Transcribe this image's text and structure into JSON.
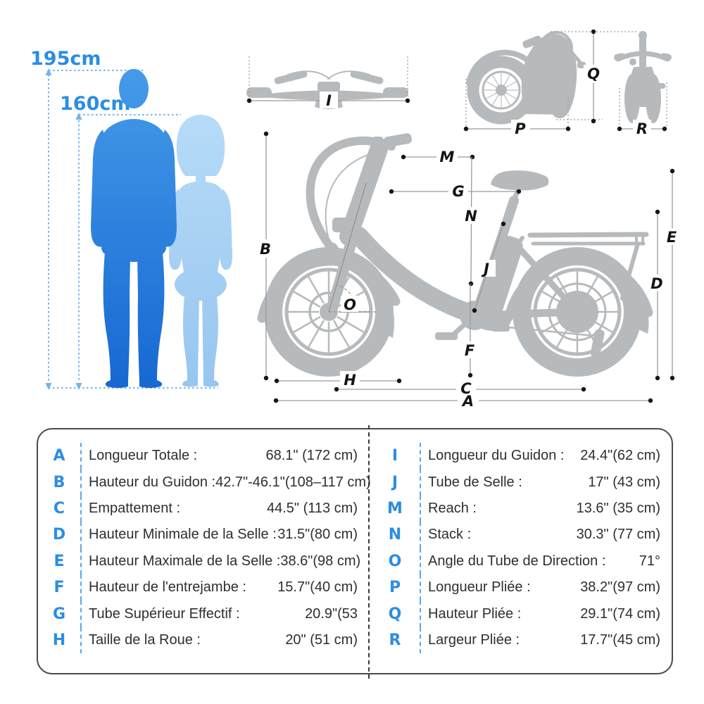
{
  "height_chart": {
    "male_label": "195cm",
    "female_label": "160cm"
  },
  "diagram": {
    "letters": {
      "A": "A",
      "B": "B",
      "C": "C",
      "D": "D",
      "E": "E",
      "F": "F",
      "G": "G",
      "H": "H",
      "I": "I",
      "J": "J",
      "M": "M",
      "N": "N",
      "O": "O",
      "P": "P",
      "Q": "Q",
      "R": "R"
    }
  },
  "colors": {
    "accent_blue": "#2B8DE4",
    "dotted_blue": "#6FB5EF",
    "silhouette_gray": "#b7babc",
    "male_gradient_top": "#459BE9",
    "male_gradient_bottom": "#1668D2",
    "female_blue": "#A6D0F3",
    "measure_line_gray": "#9a9a9a",
    "table_text": "#2f2f2f"
  },
  "spec_table": {
    "left_rows": [
      {
        "key": "A",
        "label": "Longueur Totale :",
        "value": "68.1\" (172 cm)"
      },
      {
        "key": "B",
        "label": "Hauteur du Guidon :",
        "value": "42.7\"-46.1\"(108–117 cm)"
      },
      {
        "key": "C",
        "label": "Empattement :",
        "value": "44.5\" (113 cm)"
      },
      {
        "key": "D",
        "label": "Hauteur Minimale de la Selle :",
        "value": "31.5\"(80 cm)"
      },
      {
        "key": "E",
        "label": "Hauteur Maximale de la Selle :",
        "value": "38.6\"(98 cm)"
      },
      {
        "key": "F",
        "label": "Hauteur de l'entrejambe :",
        "value": "15.7\"(40 cm)"
      },
      {
        "key": "G",
        "label": "Tube Supérieur Effectif :",
        "value": "20.9\"(53"
      },
      {
        "key": "H",
        "label": "Taille de la Roue :",
        "value": "20\" (51 cm)"
      }
    ],
    "right_rows": [
      {
        "key": "I",
        "label": "Longueur du Guidon :",
        "value": "24.4\"(62 cm)"
      },
      {
        "key": "J",
        "label": "Tube de Selle :",
        "value": "17\" (43 cm)"
      },
      {
        "key": "M",
        "label": "Reach :",
        "value": "13.6\" (35 cm)"
      },
      {
        "key": "N",
        "label": "Stack :",
        "value": "30.3\" (77 cm)"
      },
      {
        "key": "O",
        "label": "Angle du Tube de Direction :",
        "value": "71°"
      },
      {
        "key": "P",
        "label": "Longueur Pliée :",
        "value": "38.2\"(97 cm)"
      },
      {
        "key": "Q",
        "label": "Hauteur Pliée :",
        "value": "29.1\"(74 cm)"
      },
      {
        "key": "R",
        "label": "Largeur Pliée :",
        "value": "17.7\"(45 cm)"
      }
    ]
  }
}
